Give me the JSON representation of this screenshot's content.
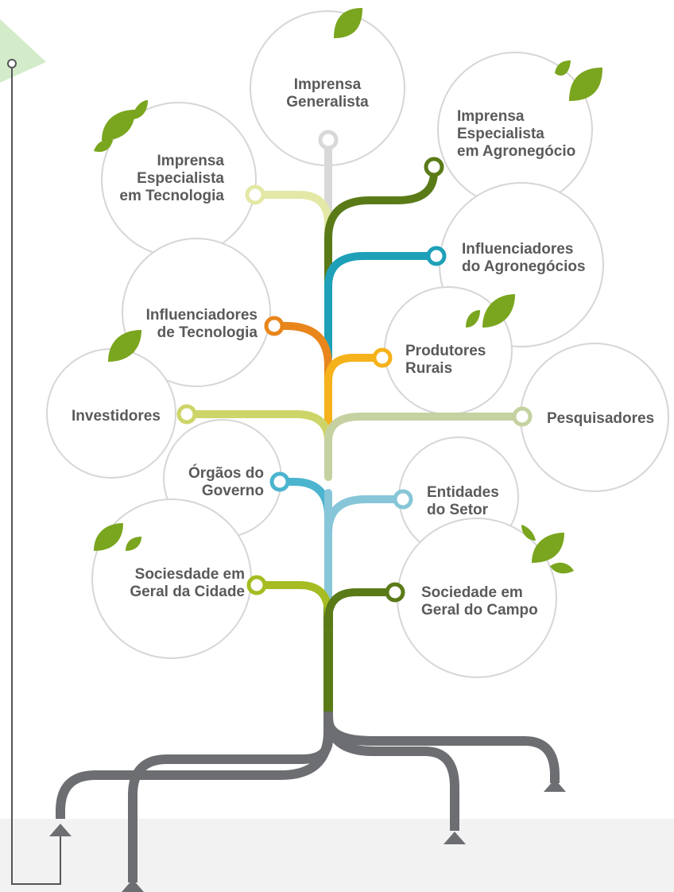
{
  "colors": {
    "text": "#5a5a5a",
    "circle_stroke": "#d6d6d6",
    "root": "#6d6e72",
    "leaf": "#7aa51e",
    "accent_light_green": "#e3e8a6"
  },
  "nodes": {
    "imprensa_generalista": "Imprensa\nGeneralista",
    "imprensa_agro": "Imprensa\nEspecialista\nem Agronegócio",
    "imprensa_tec": "Imprensa\nEspecialista\nem Tecnologia",
    "influenc_agro": "Influenciadores\ndo Agronegócios",
    "influenc_tec": "Influenciadores\nde Tecnologia",
    "produtores": "Produtores\nRurais",
    "investidores": "Investidores",
    "pesquisadores": "Pesquisadores",
    "orgaos": "Órgãos do\nGoverno",
    "entidades": "Entidades\ndo Setor",
    "soc_cidade": "Sociesdade em\nGeral da Cidade",
    "soc_campo": "Sociedade em\nGeral do Campo"
  }
}
